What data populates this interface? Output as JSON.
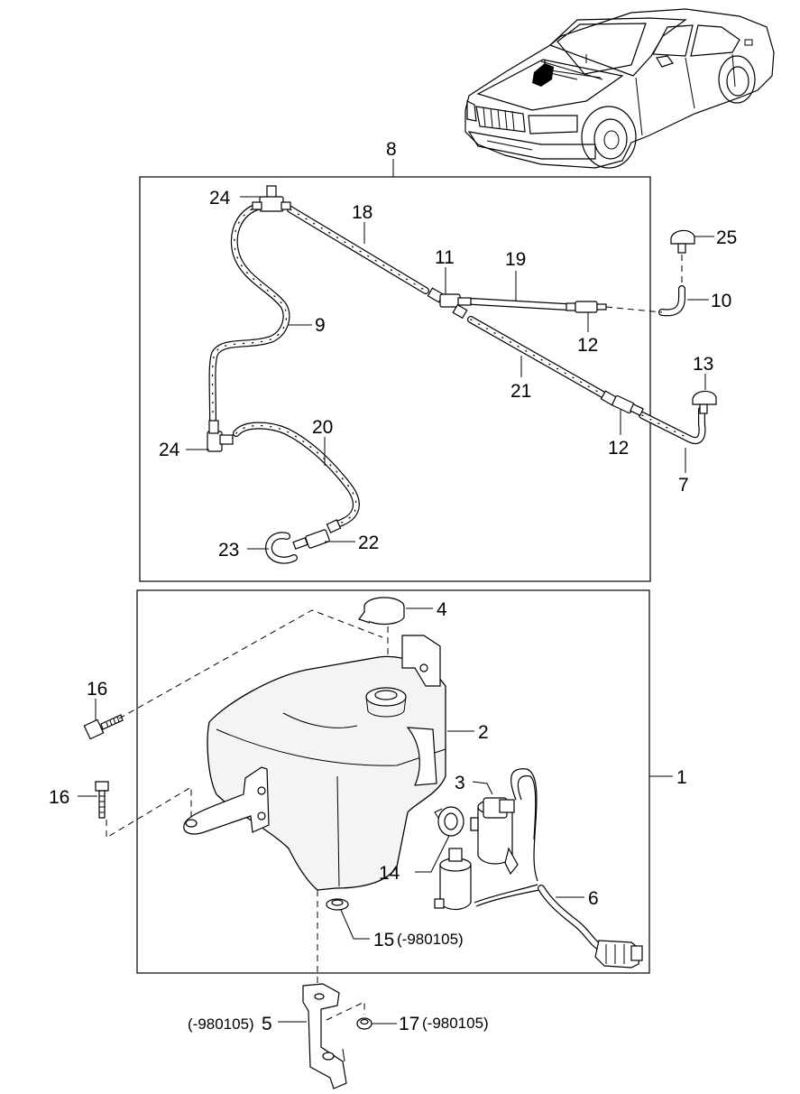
{
  "diagram": {
    "callouts": {
      "c1": "1",
      "c2": "2",
      "c3": "3",
      "c4": "4",
      "c5": "5",
      "c5_note": "(-980105)",
      "c6": "6",
      "c7": "7",
      "c8": "8",
      "c9": "9",
      "c10": "10",
      "c11": "11",
      "c12a": "12",
      "c12b": "12",
      "c13": "13",
      "c14": "14",
      "c15": "15",
      "c15_note": "(-980105)",
      "c16a": "16",
      "c16b": "16",
      "c17": "17",
      "c17_note": "(-980105)",
      "c18": "18",
      "c19": "19",
      "c20": "20",
      "c21": "21",
      "c22": "22",
      "c23": "23",
      "c24a": "24",
      "c24b": "24",
      "c25": "25"
    }
  }
}
